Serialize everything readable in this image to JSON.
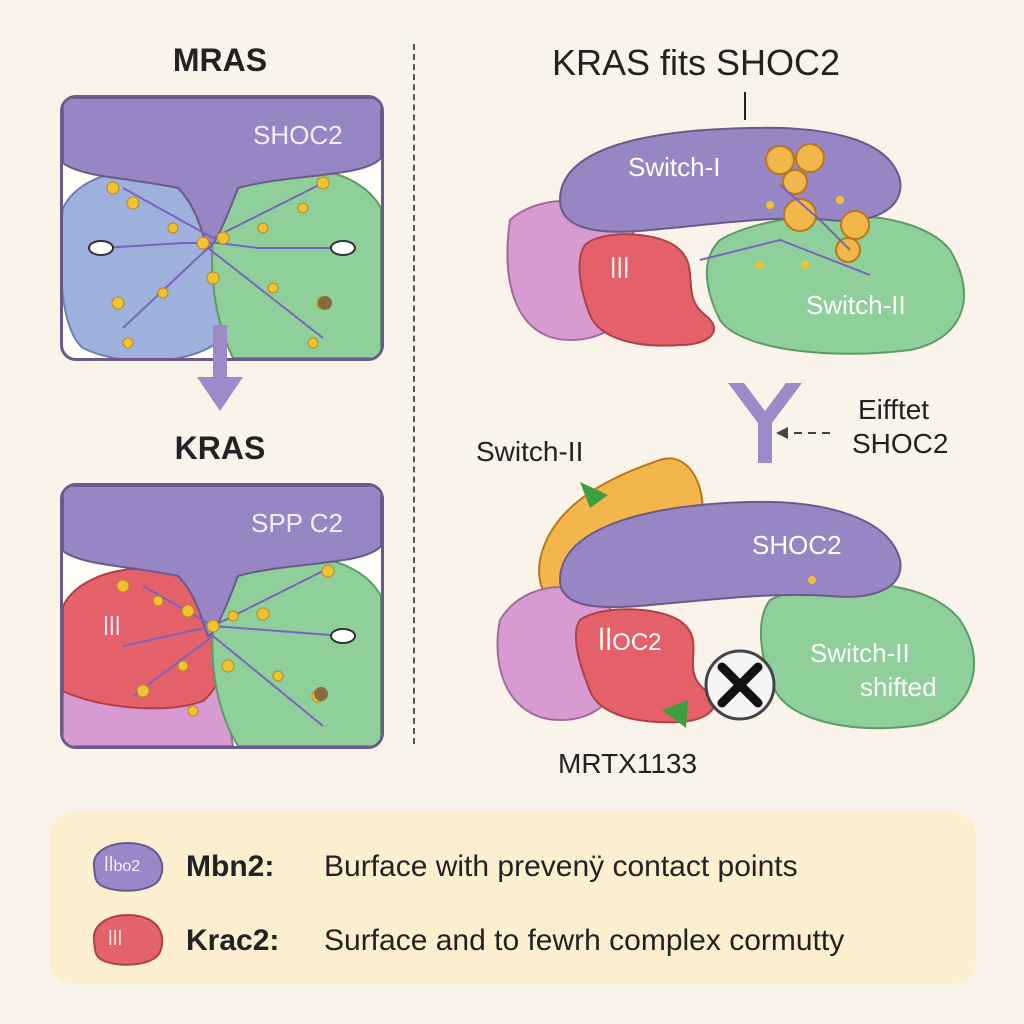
{
  "left_panel": {
    "top_title": "MRAS",
    "top_box_label": "SHOC2",
    "bottom_title": "KRAS",
    "bottom_box_label": "SPP C2",
    "bottom_inner_label": "ꟾꟾꟾ"
  },
  "right_panel": {
    "title": "KRAS fits SHOC2",
    "top_switch_i": "Switch-I",
    "top_switch_ii": "Switch-II",
    "top_red_label": "ꟾꟾꟾ",
    "side_note_line1": "Eifftet",
    "side_note_line2": "SHOC2",
    "bottom_switch_ii_label": "Switch-II",
    "bottom_shoc2": "SHOC2",
    "bottom_red_label": "ꟾꟾOC2",
    "bottom_green_line1": "Switch-II",
    "bottom_green_line2": "shifted",
    "drug_label": "MRTX1133"
  },
  "legend": {
    "items": [
      {
        "icon_text": "ꟾꟾbo2",
        "name": "Mbn2:",
        "desc": "Burface with prevenÿ contact points",
        "color": "#9b86c9"
      },
      {
        "icon_text": "ꟾꟾꟾ",
        "name": "Krac2:",
        "desc": "Surface and to fewrh complex cormutty",
        "color": "#e2636a"
      }
    ]
  },
  "colors": {
    "purple": "#9885c4",
    "blue": "#9eb0dc",
    "green": "#8fd09a",
    "red": "#e5616a",
    "pink": "#d79bd2",
    "orange": "#f2b64a",
    "gold_dot": "#f1c232"
  }
}
